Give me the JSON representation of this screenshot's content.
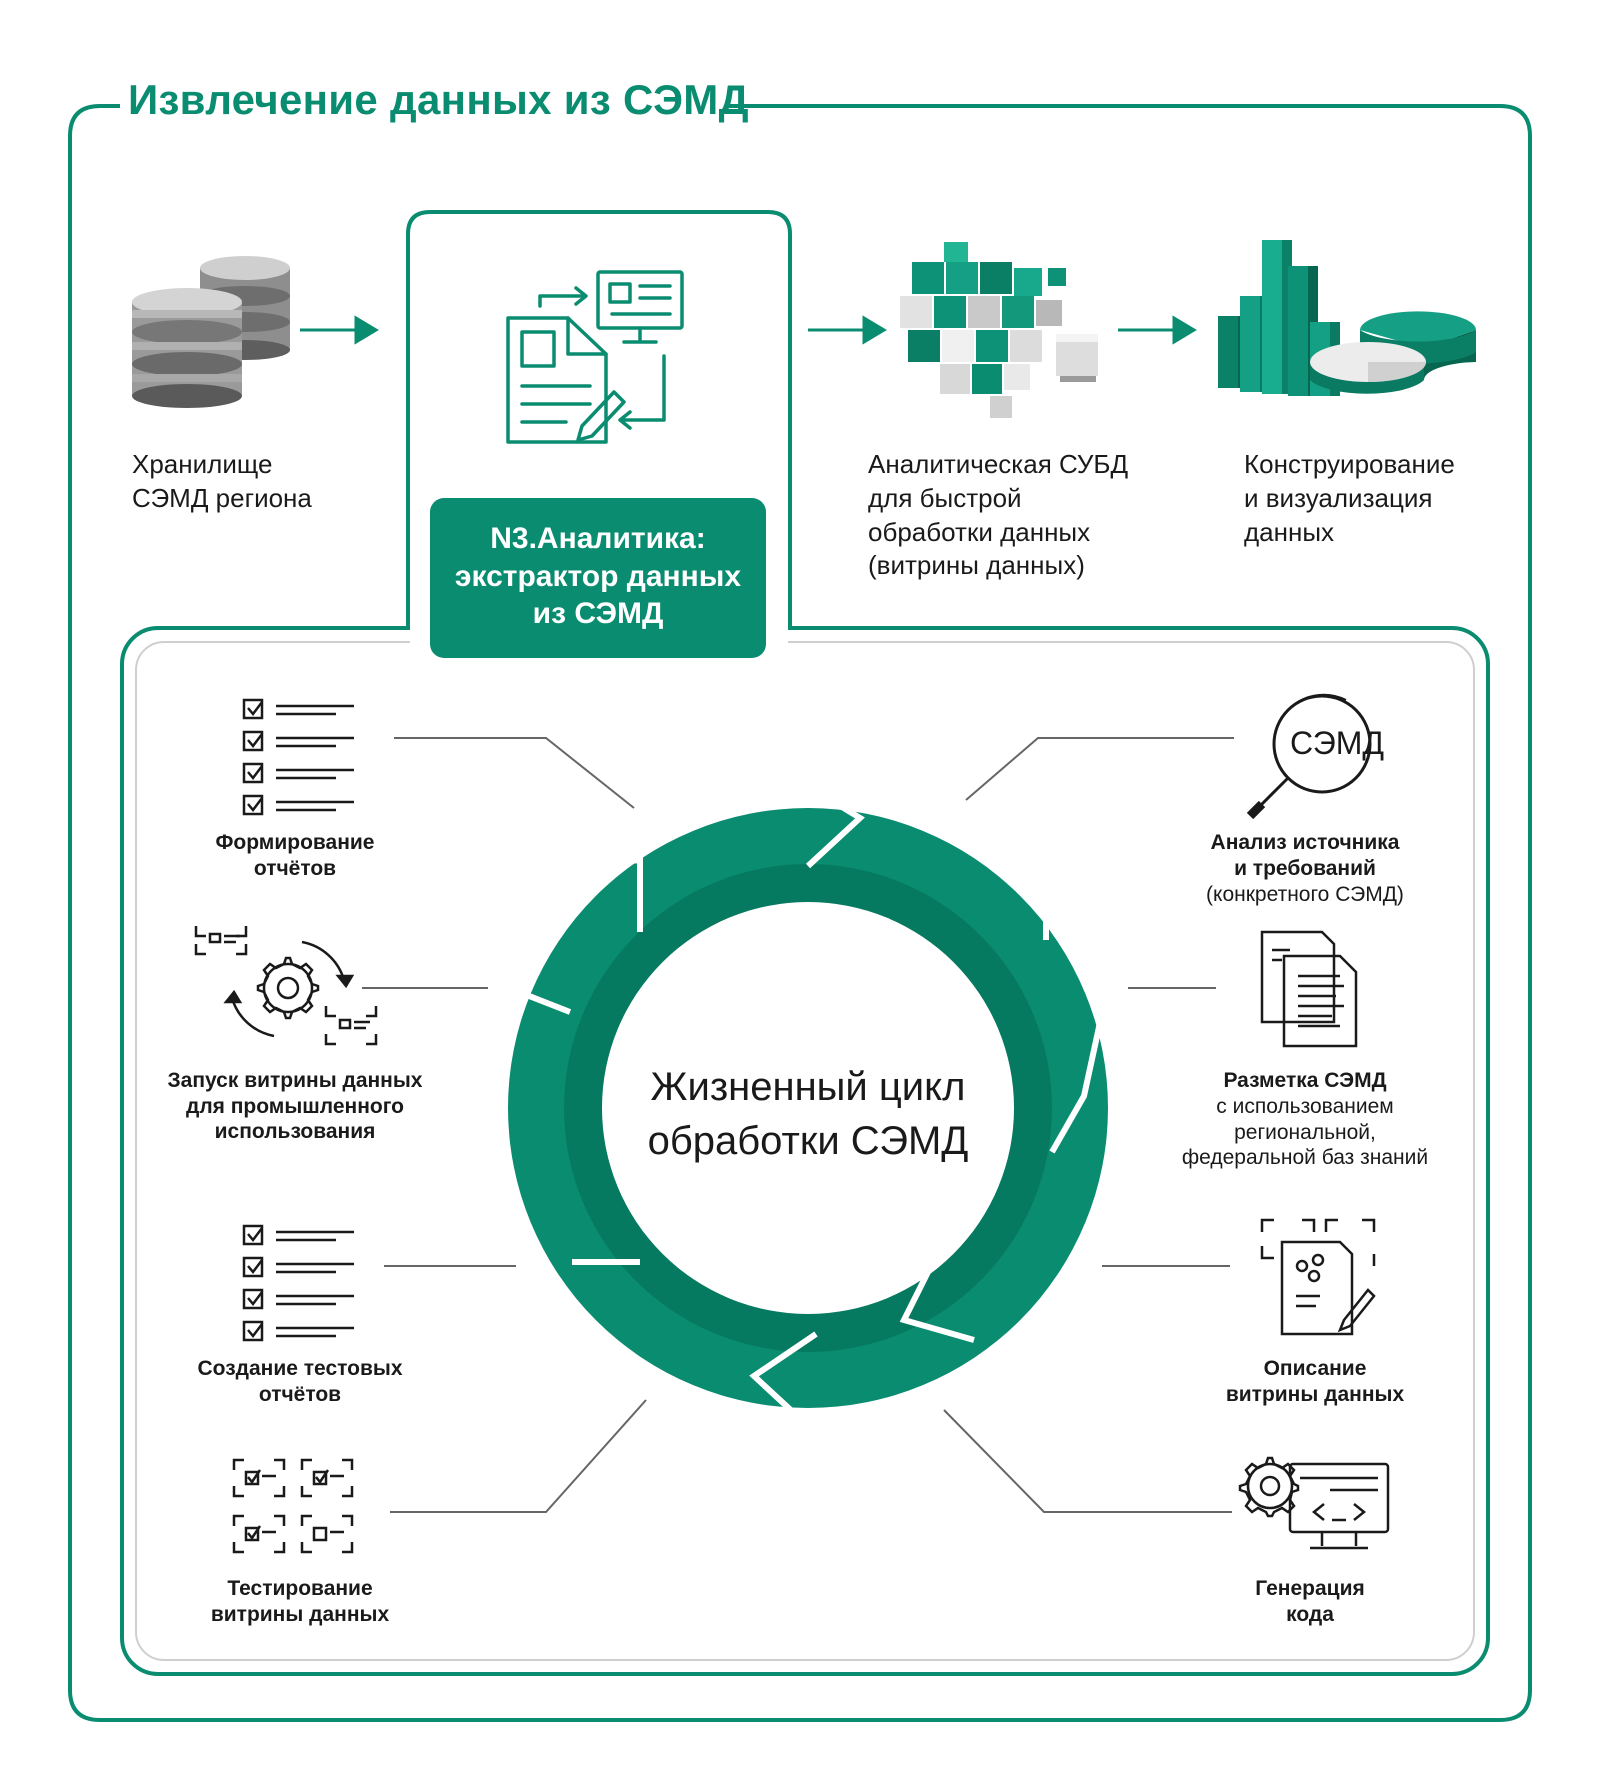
{
  "title": "Извлечение данных из СЭМД",
  "flow": {
    "storage": {
      "label": "Хранилище\nСЭМД региона"
    },
    "extractor": {
      "label": "N3.Аналитика:\nэкстрактор данных\nиз СЭМД"
    },
    "dbms": {
      "label": "Аналитическая СУБД\nдля быстрой\nобработки данных\n(витрины данных)"
    },
    "viz": {
      "label": "Конструирование\nи визуализация\nданных"
    }
  },
  "cycle": {
    "center_label": "Жизненный цикл\nобработки СЭМД",
    "steps_left": [
      {
        "title": "Формирование\nотчётов",
        "icon": "checklist-icon"
      },
      {
        "title": "Запуск витрины данных\nдля промышленного\nиспользования",
        "icon": "gear-cycle-icon"
      },
      {
        "title": "Создание тестовых\nотчётов",
        "icon": "checklist-icon"
      },
      {
        "title": "Тестирование\nвитрины данных",
        "icon": "test-grid-icon"
      }
    ],
    "steps_right": [
      {
        "title": "Анализ источника\nи требований",
        "subtitle": "(конкретного СЭМД)",
        "icon": "magnifier-icon",
        "icon_text": "СЭМД"
      },
      {
        "title": "Разметка СЭМД",
        "subtitle": "с использованием\nрегиональной,\nфедеральной баз знаний",
        "icon": "documents-icon"
      },
      {
        "title": "Описание\nвитрины данных",
        "icon": "document-edit-icon"
      },
      {
        "title": "Генерация\nкода",
        "icon": "code-monitor-icon"
      }
    ]
  },
  "colors": {
    "accent": "#0a8c70",
    "accent_dark": "#067a60",
    "ring_inner": "#088a6f",
    "line_gray": "#666666"
  }
}
